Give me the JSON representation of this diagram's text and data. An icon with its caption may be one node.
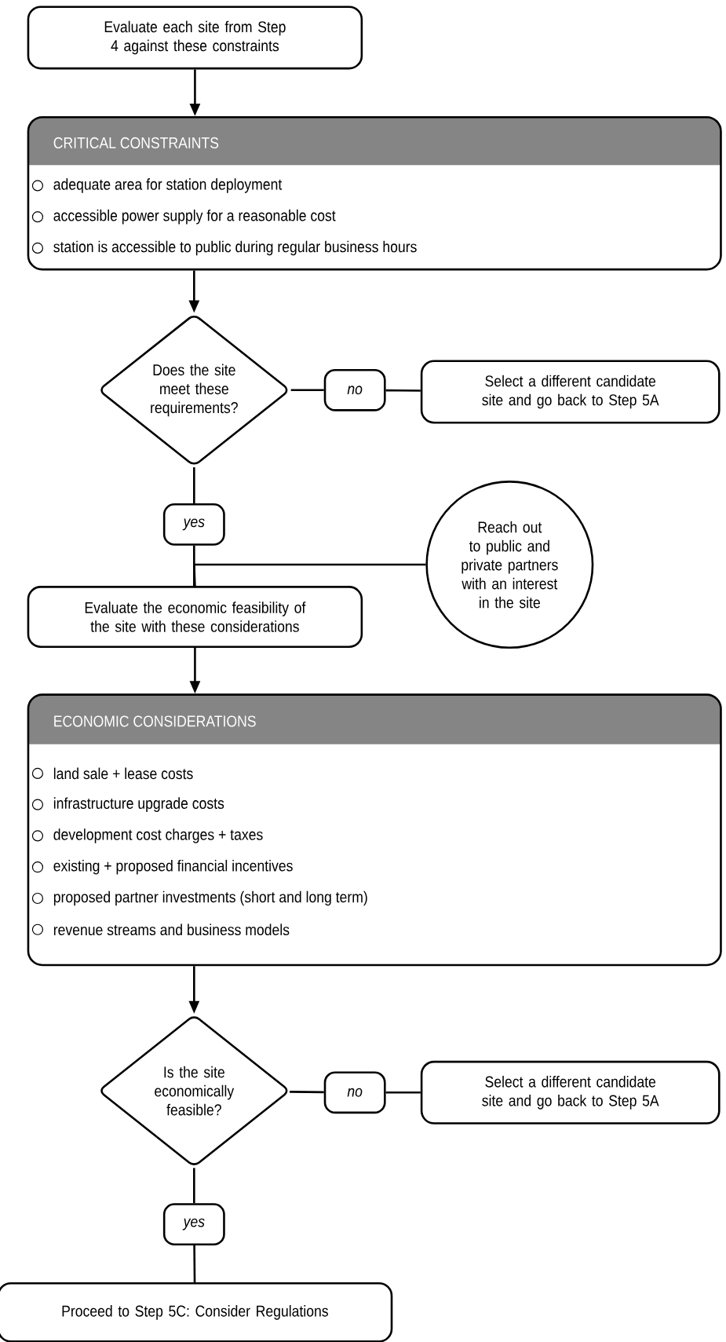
{
  "diagram": {
    "nodes": [
      {
        "text": [
          "Evaluate each site from Step 4 against these constraints"
        ]
      },
      {
        "text": [
          "CRITICAL CONSTRAINTS",
          "adequate area for station deployment",
          "accessible power supply for a reasonable cost",
          "station is accessible to public during regular business hours"
        ]
      },
      {
        "text": [
          "Does the site meet these requirements?"
        ]
      },
      {
        "text": [
          "no"
        ]
      },
      {
        "text": [
          "Select a different candidate site and go back to Step 5A"
        ]
      },
      {
        "text": [
          "yes"
        ]
      },
      {
        "text": [
          "Reach out to public and private partners with an interest in the site"
        ]
      },
      {
        "text": [
          "Evaluate the economic feasibility of the site with these considerations"
        ]
      },
      {
        "text": [
          "ECONOMIC CONSIDERATIONS",
          "land sale + lease costs",
          "infrastructure upgrade costs",
          "development cost charges + taxes",
          "existing + proposed financial incentives",
          "proposed partner investments (short and long term)",
          "revenue streams and business models"
        ]
      },
      {
        "text": [
          "Is the site economically feasible?"
        ]
      },
      {
        "text": [
          "no"
        ]
      },
      {
        "text": [
          "Select a different candidate site and go back to Step 5A"
        ]
      },
      {
        "text": [
          "yes"
        ]
      },
      {
        "text": [
          "Proceed to Step 5C: Consider Regulations"
        ]
      }
    ],
    "edges": [
      {
        "from": 0,
        "to": 1,
        "arrow": "to"
      },
      {
        "from": 1,
        "to": 2,
        "arrow": "to"
      },
      {
        "from": 2,
        "to": 3,
        "arrow": "none"
      },
      {
        "from": 3,
        "to": 4,
        "arrow": "none"
      },
      {
        "from": 2,
        "to": 5,
        "arrow": "none"
      },
      {
        "from": 5,
        "to": 7,
        "arrow": "none"
      },
      {
        "from": 6,
        "to": 7,
        "arrow": "none"
      },
      {
        "from": 7,
        "to": 8,
        "arrow": "to"
      },
      {
        "from": 8,
        "to": 9,
        "arrow": "to"
      },
      {
        "from": 9,
        "to": 10,
        "arrow": "none"
      },
      {
        "from": 10,
        "to": 11,
        "arrow": "none"
      },
      {
        "from": 9,
        "to": 12,
        "arrow": "none"
      },
      {
        "from": 12,
        "to": 13,
        "arrow": "none"
      }
    ]
  }
}
